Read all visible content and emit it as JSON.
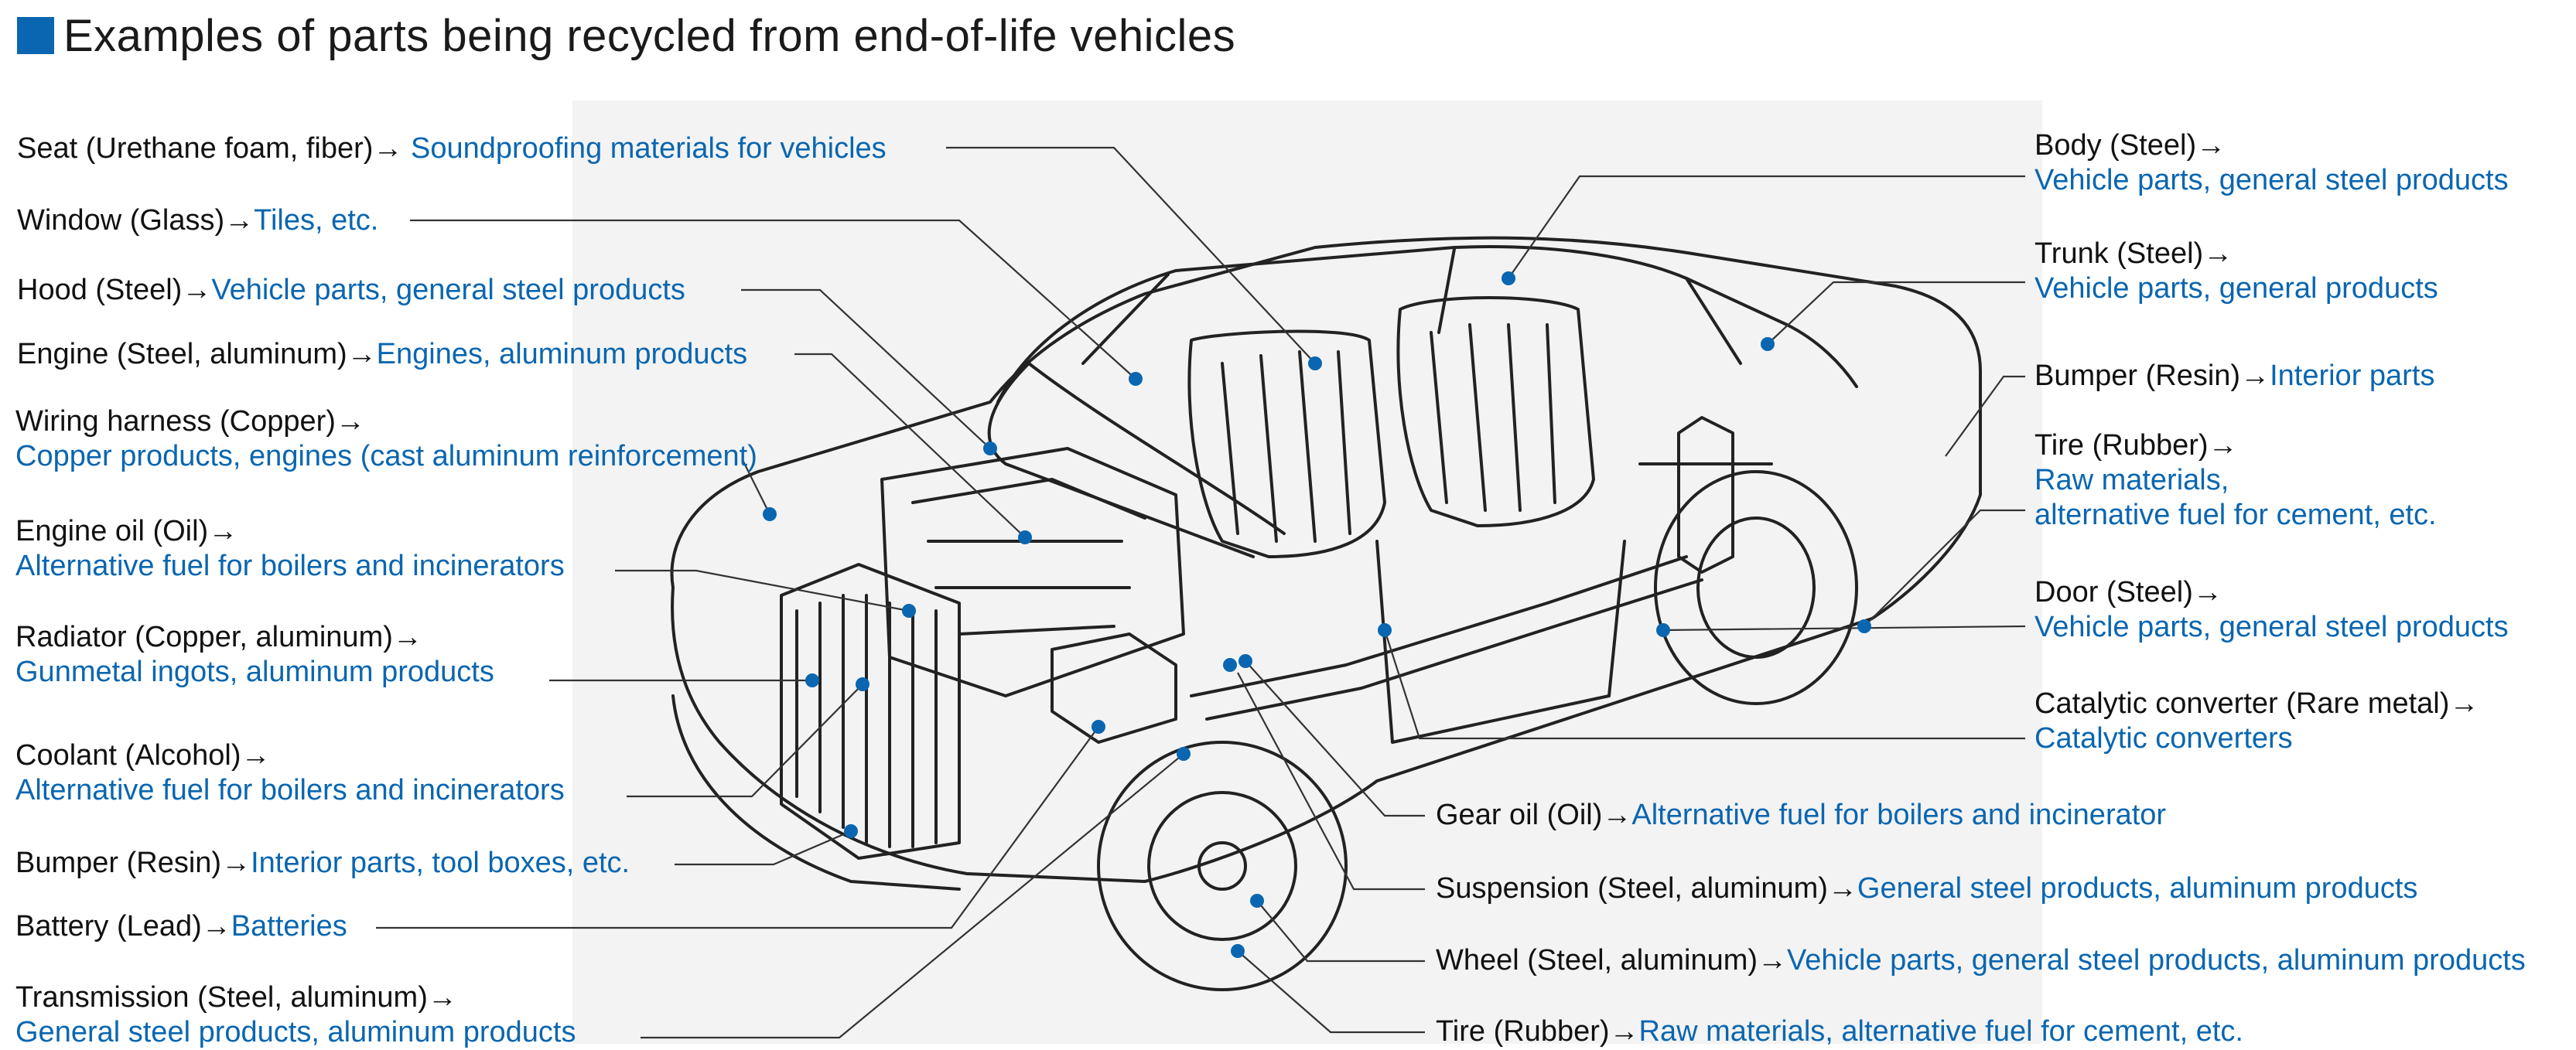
{
  "title": "Examples of parts being recycled from end-of-life vehicles",
  "colors": {
    "accent": "#0a66b0",
    "text": "#111111",
    "line": "#222222"
  },
  "parts_left": [
    {
      "material": "Seat (Urethane foam, fiber)→ ",
      "use": "Soundproofing materials for vehicles"
    },
    {
      "material": "Window (Glass)→",
      "use": "Tiles, etc."
    },
    {
      "material": "Hood (Steel)→",
      "use": "Vehicle parts, general steel products"
    },
    {
      "material": "Engine (Steel, aluminum)→",
      "use": "Engines, aluminum products"
    },
    {
      "material": "Wiring harness (Copper)→",
      "use": "Copper products, engines (cast aluminum reinforcement)"
    },
    {
      "material": "Engine oil (Oil)→",
      "use": "Alternative fuel for boilers and incinerators"
    },
    {
      "material": "Radiator (Copper, aluminum)→",
      "use": "Gunmetal ingots, aluminum products"
    },
    {
      "material": "Coolant (Alcohol)→",
      "use": "Alternative fuel for boilers and incinerators"
    },
    {
      "material": "Bumper (Resin)→",
      "use": "Interior parts, tool boxes, etc."
    },
    {
      "material": "Battery (Lead)→",
      "use": "Batteries"
    },
    {
      "material": "Transmission (Steel, aluminum)→",
      "use": "General steel products, aluminum products"
    }
  ],
  "parts_right": [
    {
      "material": "Body (Steel)→",
      "use": "Vehicle parts, general steel products"
    },
    {
      "material": "Trunk (Steel)→",
      "use": "Vehicle parts, general products"
    },
    {
      "material": "Bumper (Resin)→",
      "use": "Interior parts"
    },
    {
      "material": "Tire (Rubber)→",
      "use1": "Raw materials,",
      "use2": "alternative fuel for cement, etc."
    },
    {
      "material": "Door (Steel)→",
      "use": "Vehicle parts, general steel products"
    },
    {
      "material": "Catalytic converter (Rare metal)→",
      "use": "Catalytic converters"
    }
  ],
  "parts_bottom": [
    {
      "material": "Gear oil (Oil)→",
      "use": "Alternative fuel for boilers and incinerator"
    },
    {
      "material": "Suspension (Steel, aluminum)→",
      "use": "General steel products, aluminum products"
    },
    {
      "material": "Wheel (Steel, aluminum)→",
      "use": "Vehicle parts, general steel products, aluminum products"
    },
    {
      "material": "Tire (Rubber)→",
      "use": "Raw materials, alternative fuel for cement, etc."
    }
  ]
}
